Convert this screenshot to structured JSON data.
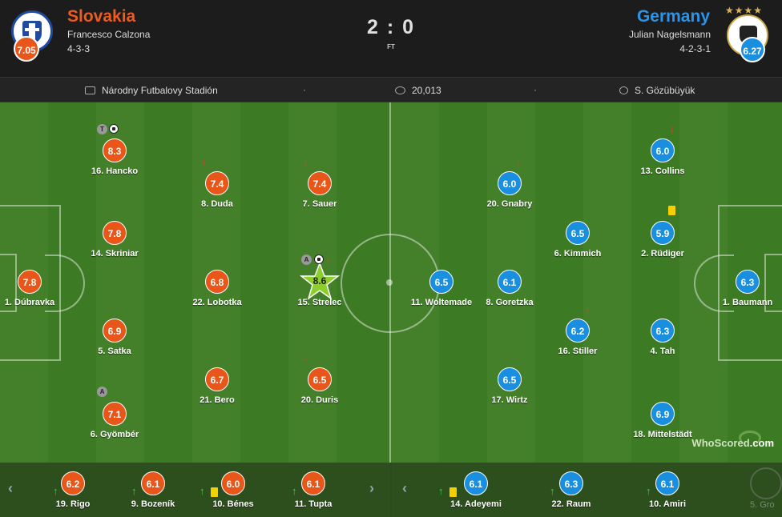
{
  "header": {
    "home": {
      "name": "Slovakia",
      "coach": "Francesco Calzona",
      "formation": "4-3-3",
      "rating": "7.05",
      "color": "#e8561a"
    },
    "away": {
      "name": "Germany",
      "coach": "Julian Nagelsmann",
      "formation": "4-2-3-1",
      "rating": "6.27",
      "color": "#1a8fe0",
      "stars": "★★★★"
    },
    "score": "2 : 0",
    "status": "FT"
  },
  "info": {
    "stadium": "Národny Futbalovy Stadión",
    "sep": "·",
    "attendance": "20,013",
    "referee": "S. Gözübüyük"
  },
  "home_players": [
    {
      "name": "16. Hancko",
      "rating": "8.3"
    },
    {
      "name": "14. Skriniar",
      "rating": "7.8"
    },
    {
      "name": "5. Satka",
      "rating": "6.9"
    },
    {
      "name": "6. Gyömbér",
      "rating": "7.1"
    },
    {
      "name": "1. Dúbravka",
      "rating": "7.8"
    },
    {
      "name": "8. Duda",
      "rating": "7.4"
    },
    {
      "name": "22. Lobotka",
      "rating": "6.8"
    },
    {
      "name": "21. Bero",
      "rating": "6.7"
    },
    {
      "name": "7. Sauer",
      "rating": "7.4"
    },
    {
      "name": "15. Strelec",
      "rating": "8.6"
    },
    {
      "name": "20. Duris",
      "rating": "6.5"
    }
  ],
  "away_players": [
    {
      "name": "20. Gnabry",
      "rating": "6.0"
    },
    {
      "name": "11. Woltemade",
      "rating": "6.5"
    },
    {
      "name": "17. Wirtz",
      "rating": "6.5"
    },
    {
      "name": "8. Goretzka",
      "rating": "6.1"
    },
    {
      "name": "6. Kimmich",
      "rating": "6.5"
    },
    {
      "name": "16. Stiller",
      "rating": "6.2"
    },
    {
      "name": "13. Collins",
      "rating": "6.0"
    },
    {
      "name": "2. Rüdiger",
      "rating": "5.9"
    },
    {
      "name": "4. Tah",
      "rating": "6.3"
    },
    {
      "name": "18. Mittelstädt",
      "rating": "6.9"
    },
    {
      "name": "1. Baumann",
      "rating": "6.3"
    }
  ],
  "home_subs": [
    {
      "name": "19. Rigo",
      "rating": "6.2"
    },
    {
      "name": "9. Bozeník",
      "rating": "6.1"
    },
    {
      "name": "10. Bénes",
      "rating": "6.0"
    },
    {
      "name": "11. Tupta",
      "rating": "6.1"
    }
  ],
  "away_subs": [
    {
      "name": "14. Adeyemi",
      "rating": "6.1"
    },
    {
      "name": "22. Raum",
      "rating": "6.3"
    },
    {
      "name": "10. Amiri",
      "rating": "6.1"
    },
    {
      "name": "5. Gro"
    }
  ],
  "badges": {
    "captain": "A",
    "tactic": "T"
  },
  "icons": {
    "chevron_left": "‹",
    "chevron_right": "›",
    "arrow_down": "↓",
    "arrow_up": "↑"
  },
  "watermark": {
    "brand": "WhoScored",
    "suffix": ".com"
  }
}
